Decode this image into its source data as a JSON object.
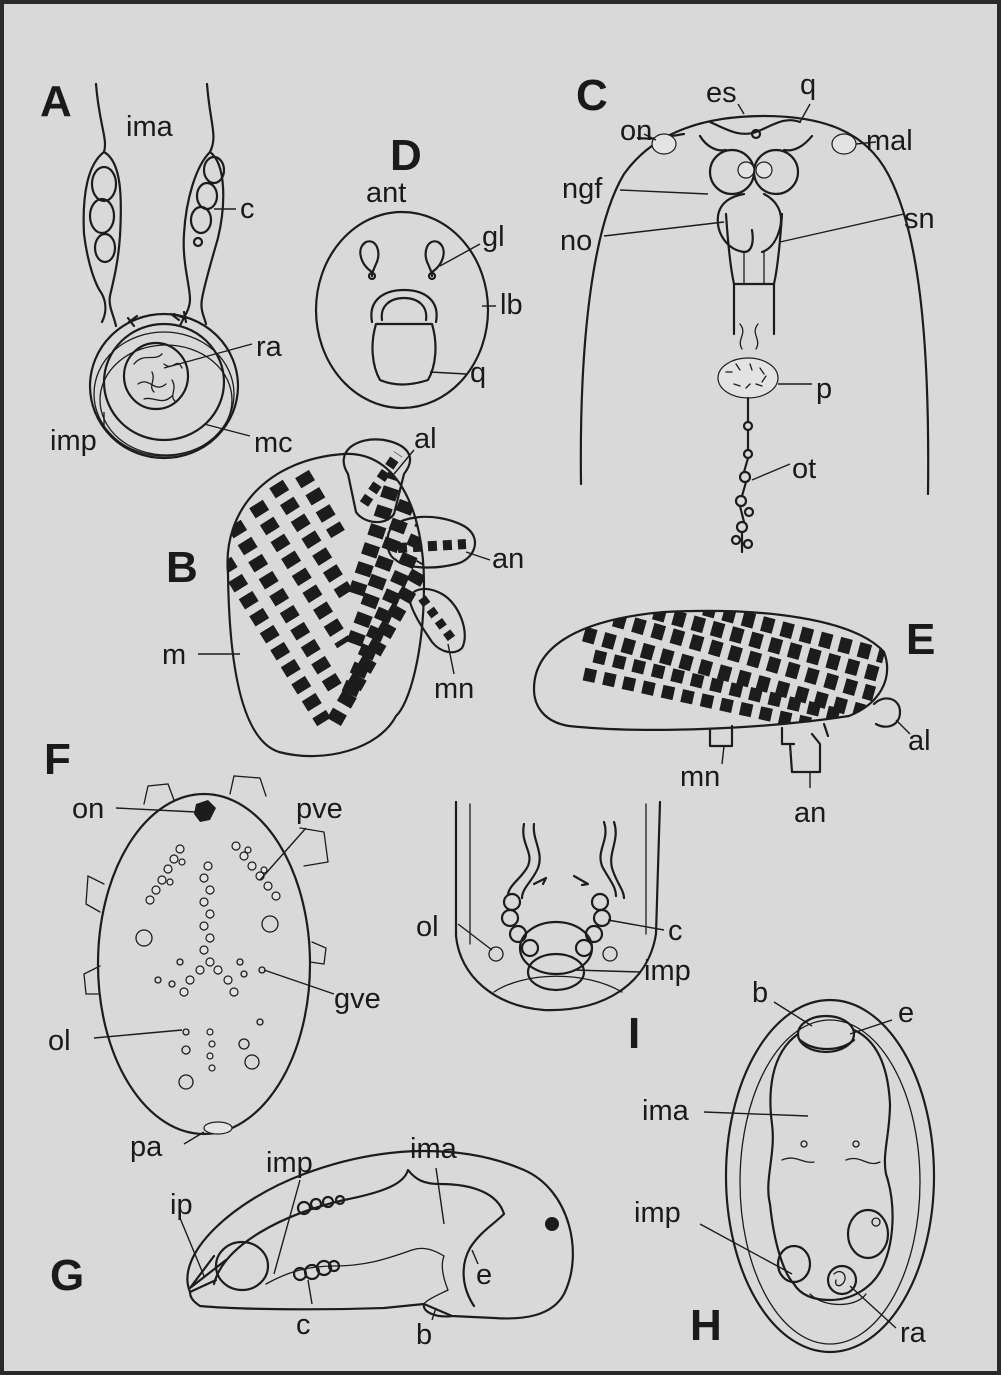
{
  "background_color": "#d9d9d9",
  "ink_color": "#1c1c1c",
  "panels": {
    "A": {
      "letter": "A",
      "labels": {
        "ima": "ima",
        "c": "c",
        "ra": "ra",
        "imp": "imp",
        "mc": "mc"
      }
    },
    "B": {
      "letter": "B",
      "labels": {
        "al": "al",
        "an": "an",
        "m": "m",
        "mn": "mn"
      }
    },
    "C": {
      "letter": "C",
      "labels": {
        "es": "es",
        "q": "q",
        "on": "on",
        "mal": "mal",
        "ngf": "ngf",
        "no": "no",
        "sn": "sn",
        "p": "p",
        "ot": "ot"
      }
    },
    "D": {
      "letter": "D",
      "labels": {
        "ant": "ant",
        "gl": "gl",
        "lb": "lb",
        "q": "q"
      }
    },
    "E": {
      "letter": "E",
      "labels": {
        "al": "al",
        "mn": "mn",
        "an": "an"
      }
    },
    "F": {
      "letter": "F",
      "labels": {
        "on": "on",
        "pve": "pve",
        "gve": "gve",
        "ol": "ol",
        "pa": "pa"
      }
    },
    "G": {
      "letter": "G",
      "labels": {
        "imp": "imp",
        "ima": "ima",
        "ip": "ip",
        "c": "c",
        "e": "e",
        "b": "b"
      }
    },
    "H": {
      "letter": "H",
      "labels": {
        "b": "b",
        "e": "e",
        "ima": "ima",
        "imp": "imp",
        "ra": "ra"
      }
    },
    "I": {
      "letter": "I",
      "labels": {
        "ol": "ol",
        "c": "c",
        "imp": "imp"
      }
    }
  }
}
